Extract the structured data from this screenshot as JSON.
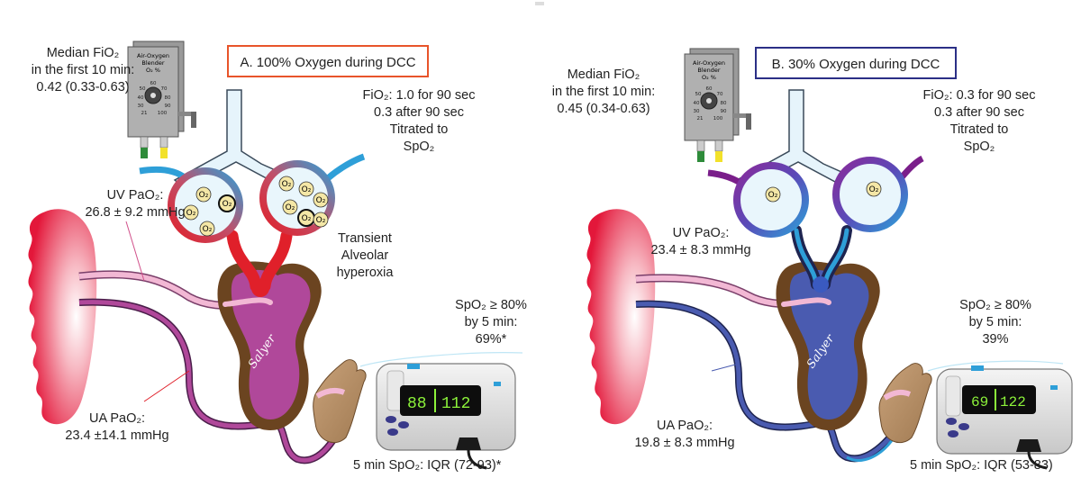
{
  "colors": {
    "panel_a_frame": "#e8542a",
    "panel_b_frame": "#2b2f86",
    "panel_a_blood": "#b0489a",
    "panel_b_blood": "#4a5bb0",
    "monitor_digits": "#8cf23a",
    "arterial_red": "#e0202a",
    "tube_blue": "#2e9fd8"
  },
  "blender": {
    "title_line1": "Air-Oxygen",
    "title_line2": "Blender",
    "title_line3": "O₂ %",
    "dial_ticks": [
      "21",
      "30",
      "40",
      "50",
      "60",
      "70",
      "80",
      "90",
      "100"
    ]
  },
  "alveolus_label": "O₂",
  "signature": "Salyer",
  "panel_a": {
    "title": "A. 100% Oxygen during DCC",
    "median_fio2": [
      "Median FiO₂",
      "in the first 10 min:",
      "0.42 (0.33-0.63)"
    ],
    "fio2_schedule": [
      "FiO₂: 1.0 for 90 sec",
      "0.3 after 90 sec",
      "Titrated to",
      "SpO₂"
    ],
    "uv_pao2": [
      "UV PaO₂:",
      "26.8 ± 9.2 mmHg"
    ],
    "ua_pao2": [
      "UA PaO₂:",
      "23.4 ±14.1 mmHg"
    ],
    "alveolar_note": [
      "Transient",
      "Alveolar",
      "hyperoxia"
    ],
    "spo2_target": [
      "SpO₂ ≥ 80%",
      "by 5 min:",
      "69%*"
    ],
    "spo2_iqr": "5 min SpO₂: IQR (72-93)*",
    "monitor_spo2": "88",
    "monitor_hr": "112"
  },
  "panel_b": {
    "title": "B. 30% Oxygen during DCC",
    "median_fio2": [
      "Median FiO₂",
      "in the first 10 min:",
      "0.45 (0.34-0.63)"
    ],
    "fio2_schedule": [
      "FiO₂: 0.3 for 90 sec",
      "0.3 after 90 sec",
      "Titrated to",
      "SpO₂"
    ],
    "uv_pao2": [
      "UV PaO₂:",
      "23.4 ± 8.3 mmHg"
    ],
    "ua_pao2": [
      "UA PaO₂:",
      "19.8 ± 8.3 mmHg"
    ],
    "spo2_target": [
      "SpO₂ ≥ 80%",
      "by 5 min:",
      "39%"
    ],
    "spo2_iqr": "5 min SpO₂: IQR (53-83)",
    "monitor_spo2": "69",
    "monitor_hr": "122"
  }
}
